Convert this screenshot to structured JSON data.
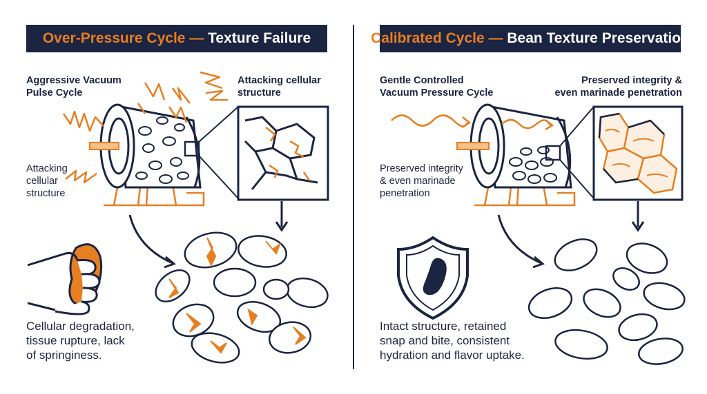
{
  "left": {
    "banner": {
      "highlight": "Over-Pressure Cycle —",
      "rest": "Texture Failure"
    },
    "label_top_left": [
      "Aggressive Vacuum",
      "Pulse Cycle"
    ],
    "label_top_right": [
      "Attacking cellular",
      "structure"
    ],
    "label_mid_left": [
      "Attacking",
      "cellular",
      "structure"
    ],
    "caption": [
      "Cellular degradation,",
      "tissue rupture, lack",
      "of springiness."
    ]
  },
  "right": {
    "banner": {
      "highlight": "Calibrated Cycle —",
      "rest": "Bean Texture Preservation"
    },
    "label_top_left": [
      "Gentle Controlled",
      "Vacuum Pressure Cycle"
    ],
    "label_top_right": [
      "Preserved integrity &",
      "even marinade penetration"
    ],
    "label_mid_left": [
      "Preserved integrity",
      "& even marinade",
      "penetration"
    ],
    "caption": [
      "Intact structure, retained",
      "snap and bite, consistent",
      "hydration and flavor uptake."
    ]
  },
  "colors": {
    "navy": "#1b2440",
    "orange": "#e67e22",
    "white": "#ffffff"
  },
  "icons": [
    "lightning-icon",
    "wavy-arrow-icon",
    "hand-squeezing-bean-icon",
    "shield-bean-icon",
    "vacuum-tumbler-icon",
    "magnifier-callout-icon"
  ]
}
